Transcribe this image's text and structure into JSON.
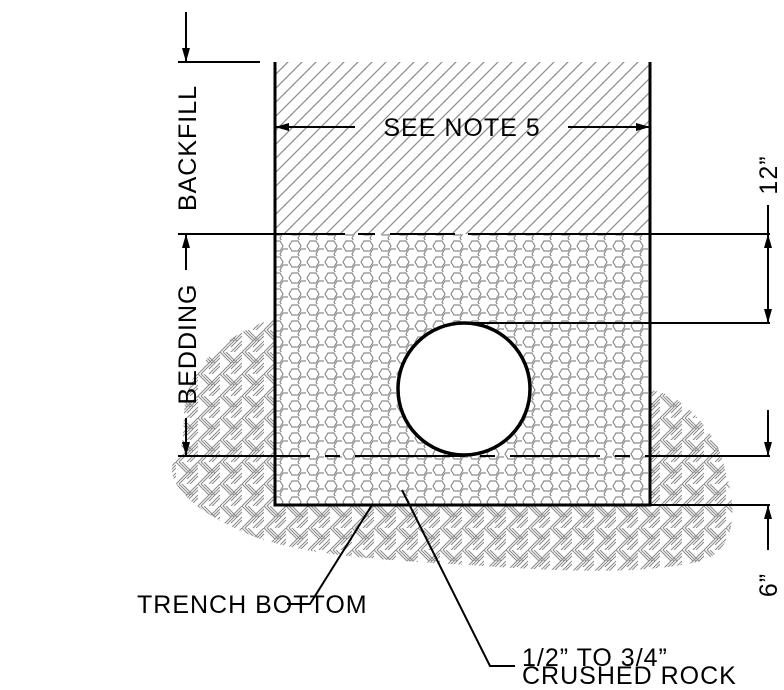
{
  "labels": {
    "backfill": "BACKFILL",
    "bedding": "BEDDING",
    "see_note": "SEE NOTE 5",
    "dim_top": "12”",
    "dim_bottom": "6”",
    "trench_bottom": "TRENCH BOTTOM",
    "rock_line1": "1/2” TO 3/4”",
    "rock_line2": "CRUSHED ROCK"
  },
  "colors": {
    "line": "#000000",
    "hatch": "#8c8c8c",
    "background": "#ffffff"
  }
}
